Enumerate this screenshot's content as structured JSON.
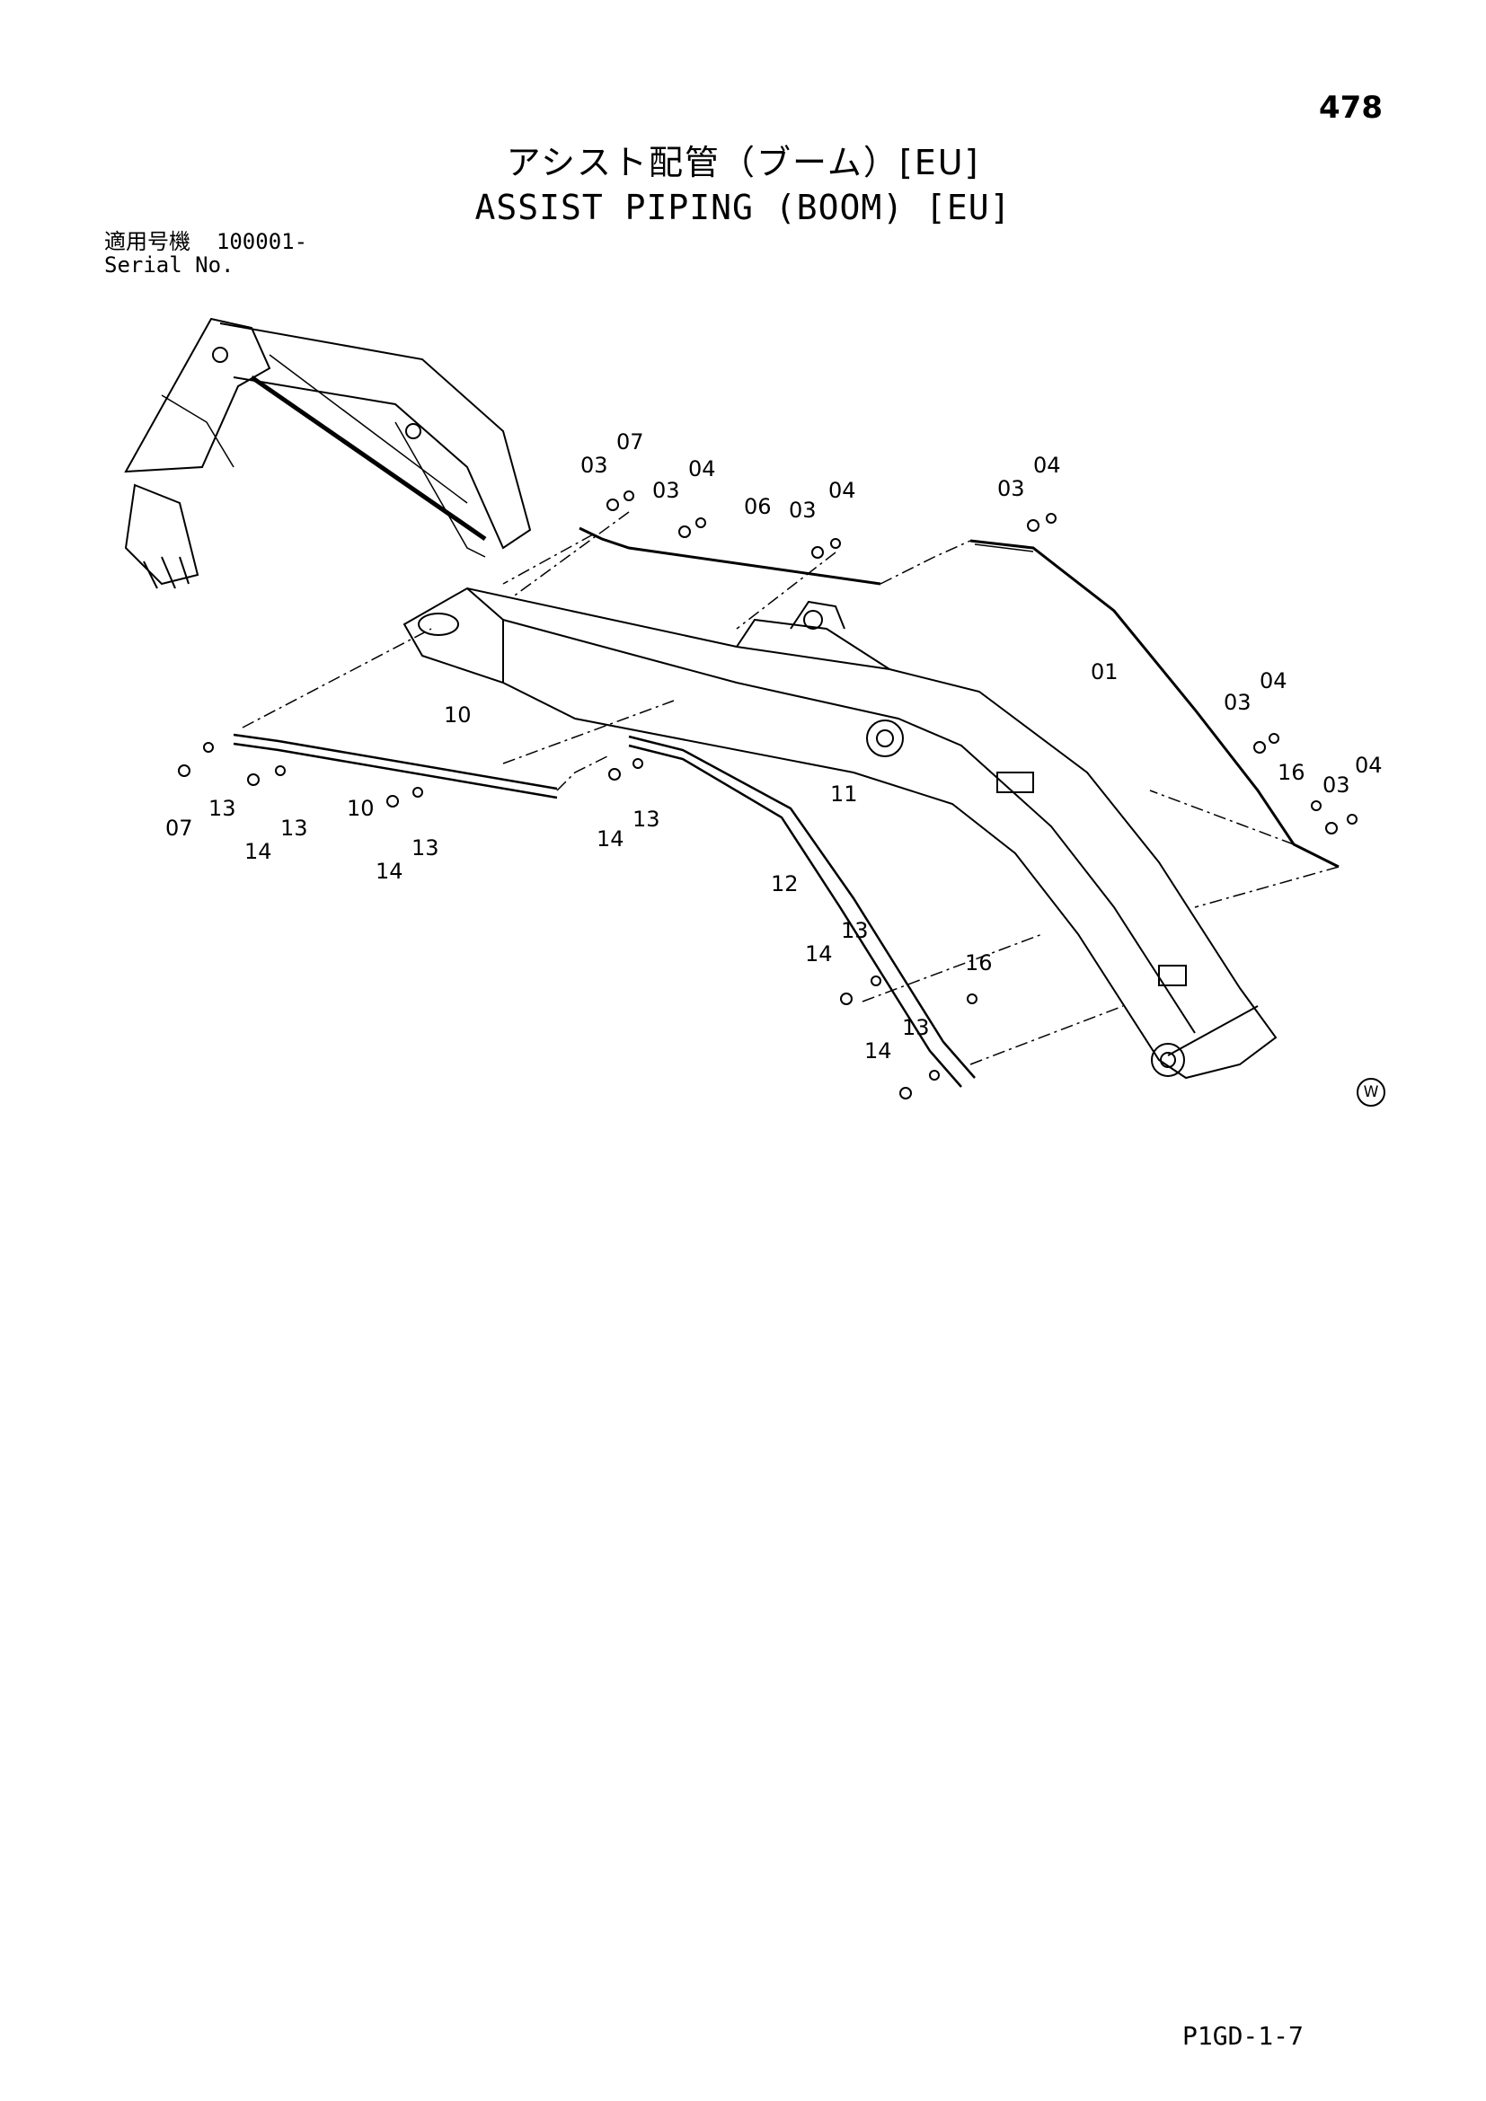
{
  "page": {
    "number": "478",
    "title_ja": "アシスト配管（ブーム）[EU]",
    "title_en": "ASSIST PIPING (BOOM) [EU]",
    "serial_label_ja": "適用号機",
    "serial_value": "100001-",
    "serial_label_en": "Serial No.",
    "mark": "W",
    "footer_code": "P1GD-1-7"
  },
  "callouts": [
    "01",
    "03",
    "04",
    "06",
    "07",
    "10",
    "11",
    "12",
    "13",
    "14",
    "16"
  ]
}
